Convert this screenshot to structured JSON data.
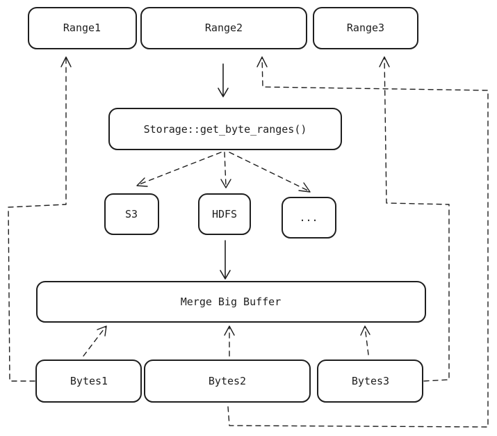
{
  "nodes": {
    "range1": "Range1",
    "range2": "Range2",
    "range3": "Range3",
    "storage": "Storage::get_byte_ranges()",
    "s3": "S3",
    "hdfs": "HDFS",
    "more": "...",
    "merge": "Merge Big Buffer",
    "bytes1": "Bytes1",
    "bytes2": "Bytes2",
    "bytes3": "Bytes3"
  },
  "colors": {
    "stroke": "#1e1e1e",
    "fill": "#ffffff"
  }
}
